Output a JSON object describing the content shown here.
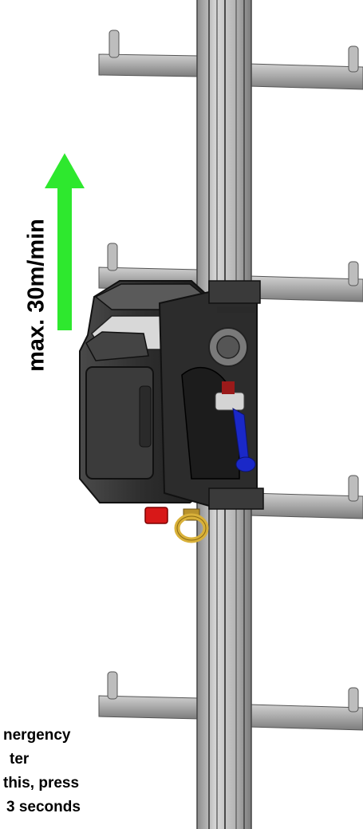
{
  "diagram": {
    "speed_label": "max. 30m/min",
    "instruction_lines": [
      "nergency",
      "ter",
      "this, press",
      "3 seconds"
    ],
    "colors": {
      "arrow": "#2ee82e",
      "rail": "#b9b9b9",
      "arm": "#a9a9a9",
      "housing": "#3a3a3a",
      "lever": "#1a28c8",
      "stop_button": "#d81818",
      "ring": "#d9b13a"
    },
    "icons": [
      "up-arrow-icon",
      "climbing-device-icon"
    ]
  }
}
